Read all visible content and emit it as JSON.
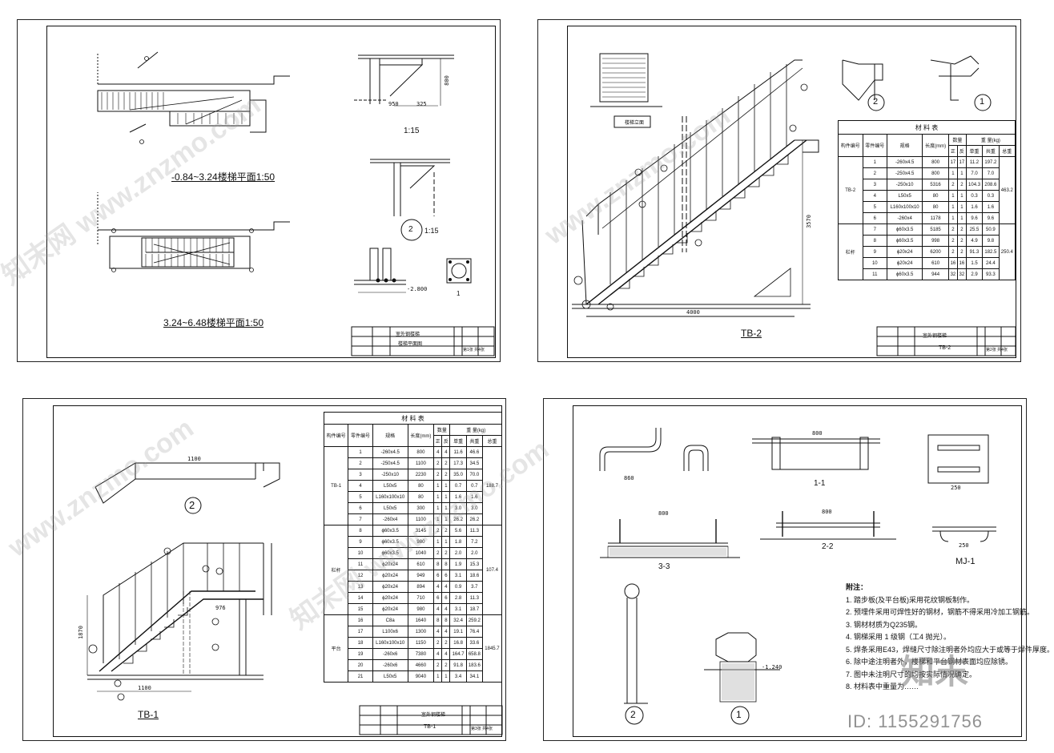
{
  "sheets": {
    "s1": {
      "title_1": "-0.84~3.24楼梯平面1:50",
      "title_2": "3.24~6.48楼梯平面1:50",
      "detail_1": "1:15",
      "detail_2": "1:15",
      "detail_2_mark": "2",
      "detail_3_mark": "1",
      "elev": "-2.800",
      "dims": [
        "950",
        "325",
        "800"
      ],
      "tb": {
        "project": "室外钢楼梯",
        "drawing": "楼梯平面图",
        "sheet": "第1张 共4张"
      }
    },
    "s2": {
      "caption": "TB-2",
      "front_label": "楼梯立面",
      "dims": {
        "width": "4000",
        "height": "3570"
      },
      "mark_2": "2",
      "mark_1": "1",
      "tb": {
        "project": "室外钢楼梯",
        "drawing": "TB-2",
        "sheet": "第2张 共4张"
      }
    },
    "s3": {
      "caption": "TB-1",
      "mark_2": "2",
      "dims": {
        "top": "1100",
        "bottom": "1100",
        "h": "1870",
        "mid": "976"
      },
      "tb": {
        "project": "室外钢楼梯",
        "drawing": "TB-1",
        "sheet": "第3张 共4张"
      }
    },
    "s4": {
      "sec_11": "1-1",
      "sec_22": "2-2",
      "sec_33": "3-3",
      "mj": "MJ-1",
      "elev": "-1.240",
      "mark_2": "2",
      "mark_1": "1",
      "dims": {
        "d860": "860",
        "d800a": "800",
        "d800b": "800",
        "d800c": "800",
        "d250": "250",
        "d250b": "250"
      }
    }
  },
  "table_headers": {
    "title": "材 料 表",
    "c1": "构件编号",
    "c2": "零件编号",
    "c3": "规格",
    "c4": "长度(mm)",
    "c5": "数量",
    "c5a": "正",
    "c5b": "反",
    "c6": "重 量(kg)",
    "c6a": "单重",
    "c6b": "共重",
    "c6c": "总重"
  },
  "tb2_table": {
    "group1": "TB-2",
    "group2": "栏杆",
    "total1": "463.2",
    "total2": "250.4",
    "rows": [
      [
        "1",
        "-260x4.5",
        "800",
        "17",
        "17",
        "11.2",
        "197.2"
      ],
      [
        "2",
        "-250x4.5",
        "800",
        "1",
        "1",
        "7.0",
        "7.0"
      ],
      [
        "3",
        "-250x10",
        "5316",
        "2",
        "2",
        "104.3",
        "208.6"
      ],
      [
        "4",
        "L50x5",
        "80",
        "1",
        "1",
        "0.3",
        "0.3"
      ],
      [
        "5",
        "L160x100x10",
        "80",
        "1",
        "1",
        "1.6",
        "1.6"
      ],
      [
        "6",
        "-260x4",
        "1178",
        "1",
        "1",
        "9.6",
        "9.6"
      ],
      [
        "7",
        "ϕ60x3.5",
        "5185",
        "2",
        "2",
        "25.5",
        "50.9"
      ],
      [
        "8",
        "ϕ60x3.5",
        "998",
        "2",
        "2",
        "4.9",
        "9.8"
      ],
      [
        "9",
        "ϕ20x24",
        "6200",
        "2",
        "2",
        "91.3",
        "182.5"
      ],
      [
        "10",
        "ϕ20x24",
        "610",
        "16",
        "16",
        "1.5",
        "24.4"
      ],
      [
        "11",
        "ϕ60x3.5",
        "944",
        "32",
        "32",
        "2.9",
        "93.3"
      ]
    ]
  },
  "tb1_table": {
    "group1": "TB-1",
    "group2": "栏杆",
    "group3": "平台",
    "total1": "188.7",
    "total2": "107.4",
    "total3": "1845.7",
    "rows": [
      [
        "1",
        "-260x4.5",
        "800",
        "4",
        "4",
        "11.6",
        "46.6"
      ],
      [
        "2",
        "-250x4.5",
        "1100",
        "2",
        "2",
        "17.3",
        "34.5"
      ],
      [
        "3",
        "-250x10",
        "2230",
        "2",
        "2",
        "35.0",
        "70.0"
      ],
      [
        "4",
        "L50x5",
        "80",
        "1",
        "1",
        "0.7",
        "0.7"
      ],
      [
        "5",
        "L160x100x10",
        "80",
        "1",
        "1",
        "1.6",
        "1.6"
      ],
      [
        "6",
        "L50x5",
        "300",
        "1",
        "1",
        "3.0",
        "3.0"
      ],
      [
        "7",
        "-260x4",
        "1100",
        "1",
        "1",
        "26.2",
        "26.2"
      ],
      [
        "8",
        "ϕ60x3.5",
        "3145",
        "2",
        "2",
        "5.6",
        "11.3"
      ],
      [
        "9",
        "ϕ60x3.5",
        "980",
        "1",
        "1",
        "1.8",
        "7.2"
      ],
      [
        "10",
        "ϕ60x3.5",
        "1040",
        "2",
        "2",
        "2.0",
        "2.0"
      ],
      [
        "11",
        "ϕ20x24",
        "610",
        "8",
        "8",
        "1.9",
        "15.3"
      ],
      [
        "12",
        "ϕ20x24",
        "949",
        "6",
        "6",
        "3.1",
        "18.6"
      ],
      [
        "13",
        "ϕ20x24",
        "894",
        "4",
        "4",
        "0.9",
        "3.7"
      ],
      [
        "14",
        "ϕ20x24",
        "710",
        "6",
        "6",
        "2.8",
        "11.3"
      ],
      [
        "15",
        "ϕ20x24",
        "980",
        "4",
        "4",
        "3.1",
        "18.7"
      ],
      [
        "16",
        "C8a",
        "1640",
        "8",
        "8",
        "32.4",
        "259.2"
      ],
      [
        "17",
        "L100x6",
        "1300",
        "4",
        "4",
        "19.1",
        "76.4"
      ],
      [
        "18",
        "L160x100x10",
        "1150",
        "2",
        "2",
        "16.8",
        "33.6"
      ],
      [
        "19",
        "-260x6",
        "7380",
        "4",
        "4",
        "164.7",
        "658.8"
      ],
      [
        "20",
        "-260x6",
        "4660",
        "2",
        "2",
        "91.8",
        "183.6"
      ],
      [
        "21",
        "L50x5",
        "9040",
        "1",
        "1",
        "3.4",
        "34.1"
      ]
    ]
  },
  "notes": {
    "heading": "附注：",
    "lines": [
      "1. 踏步板(及平台板)采用花纹钢板制作。",
      "2. 预埋件采用可焊性好的钢材，钢筋不得采用冷加工钢筋。",
      "3. 钢材材质为Q235钢。",
      "4. 钢梯采用 1 级钢（工4 抛光）。",
      "5. 焊条采用E43，焊缝尺寸除注明者外均应大于或等于焊件厚度。",
      "6. 除中途注明者外，楼梯和平台钢材表面均应除锈。",
      "7. 图中未注明尺寸的均按实际情况确定。",
      "8. 材料表中重量为……"
    ]
  },
  "watermarks": [
    "知末网 www.znzmo.com",
    "www.znzmo.com",
    "知末网 www.znzmo.com",
    "www.znzmo.com"
  ],
  "brand": "知末",
  "image_id": "ID: 1155291756"
}
